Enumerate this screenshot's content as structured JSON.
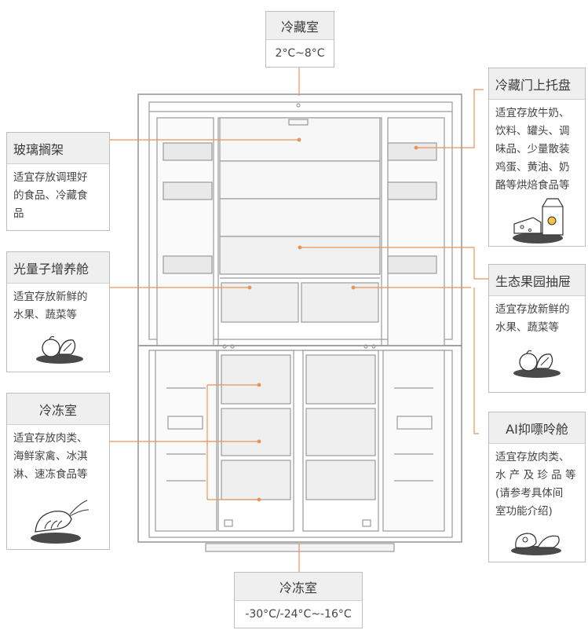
{
  "top_label": {
    "title": "冷藏室",
    "value": "2°C~8°C"
  },
  "bottom_label": {
    "title": "冷冻室",
    "value": "-30°C/-24°C~-16°C"
  },
  "left_callouts": [
    {
      "title": "玻璃搁架",
      "lines": [
        "适宜存放调理好",
        "的食品、冷藏食",
        "品"
      ],
      "icon": "none"
    },
    {
      "title": "光量子增养舱",
      "lines": [
        "适宜存放新鲜的",
        "水果、蔬菜等"
      ],
      "icon": "fruit-veg-icon"
    },
    {
      "title": "冷冻室",
      "lines": [
        "适宜存放肉类、",
        "海鲜家禽、冰淇",
        "淋、速冻食品等"
      ],
      "icon": "shrimp-icon"
    }
  ],
  "right_callouts": [
    {
      "title": "冷藏门上托盘",
      "lines": [
        "适宜存放牛奶、",
        "饮料、罐头、调",
        "味品、少量散装",
        "鸡蛋、黄油、奶",
        "酪等烘焙食品等"
      ],
      "icon": "milk-cheese-icon"
    },
    {
      "title": "生态果园抽屉",
      "lines": [
        "适宜存放新鲜的",
        "水果、蔬菜等"
      ],
      "icon": "fruit-veg-icon"
    },
    {
      "title": "AI抑嘌呤舱",
      "lines": [
        "适宜存放肉类、",
        "水 产 及 珍 品 等",
        "(请参考具体间",
        "室功能介绍)"
      ],
      "icon": "meat-icon"
    }
  ],
  "colors": {
    "leader": "#e8935a",
    "box_border": "#bdbdbd",
    "header_bg": "#efefef",
    "fridge_line": "#9a9a9a"
  }
}
